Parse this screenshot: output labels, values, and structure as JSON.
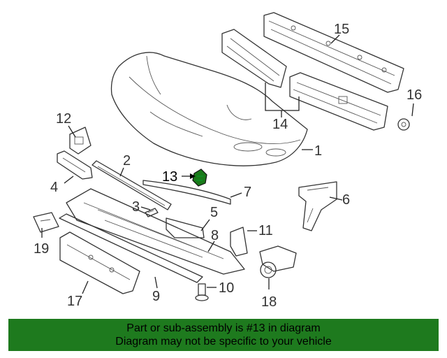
{
  "diagram": {
    "callouts": [
      "1",
      "2",
      "3",
      "4",
      "5",
      "6",
      "7",
      "8",
      "9",
      "10",
      "11",
      "12",
      "13",
      "14",
      "15",
      "16",
      "17",
      "18",
      "19"
    ],
    "highlight_color": "#1a7a1a",
    "highlighted_part": "13"
  },
  "banner": {
    "line1": "Part or sub-assembly is #13 in diagram",
    "line2": "Diagram may not be specific to your vehicle",
    "color": "#1e7a1e"
  }
}
